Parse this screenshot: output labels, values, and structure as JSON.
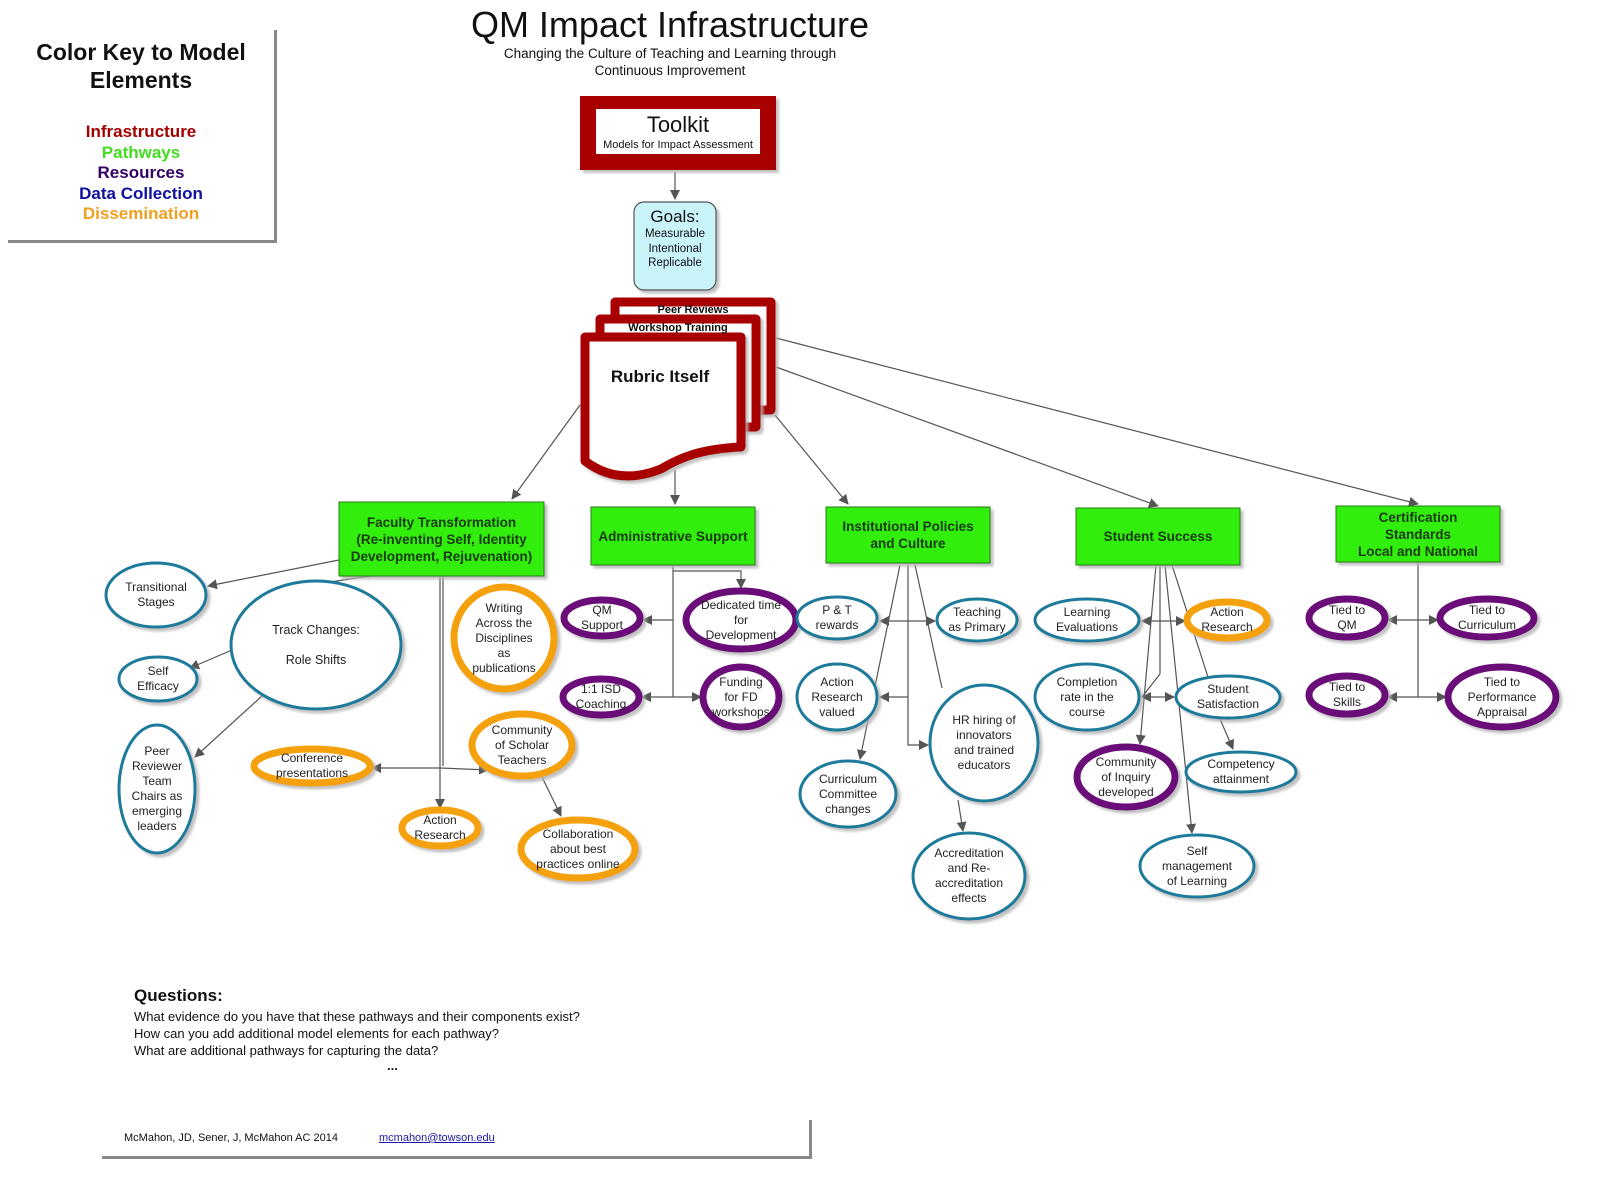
{
  "header": {
    "title": "QM Impact Infrastructure",
    "subtitle": "Changing the Culture of Teaching and Learning through\nContinuous Improvement"
  },
  "color_key": {
    "title": "Color Key to Model\nElements",
    "items": [
      {
        "label": "Infrastructure",
        "color": "#a00000"
      },
      {
        "label": "Pathways",
        "color": "#44dd22"
      },
      {
        "label": "Resources",
        "color": "#330066"
      },
      {
        "label": "Data Collection",
        "color": "#1010a0"
      },
      {
        "label": "Dissemination",
        "color": "#f0a020"
      }
    ]
  },
  "colors": {
    "infrastructure": "#a80000",
    "pathway_fill": "#33ee11",
    "resource": "#6a0a78",
    "data_collection": "#1f7a9a",
    "dissemination": "#f5a010",
    "goals_fill": "#c9f4fa",
    "arrow": "#555555"
  },
  "toolkit": {
    "title": "Toolkit",
    "subtitle": "Models for Impact Assessment"
  },
  "goals": {
    "title": "Goals:",
    "items": "Measurable\nIntentional\nReplicable"
  },
  "documents": [
    {
      "label": "Peer Reviews"
    },
    {
      "label": "Workshop Training"
    },
    {
      "label": "Rubric Itself"
    }
  ],
  "pathways": [
    {
      "id": "faculty",
      "label": "Faculty Transformation\n(Re-inventing Self, Identity\nDevelopment, Rejuvenation)"
    },
    {
      "id": "admin",
      "label": "Administrative Support"
    },
    {
      "id": "policies",
      "label": "Institutional Policies\nand Culture"
    },
    {
      "id": "student",
      "label": "Student Success"
    },
    {
      "id": "cert",
      "label": "Certification\nStandards\nLocal and National"
    }
  ],
  "elements": [
    {
      "id": "transitional",
      "label": "Transitional\nStages",
      "type": "data_collection"
    },
    {
      "id": "track",
      "label": "Track Changes:\n\nRole Shifts",
      "type": "data_collection"
    },
    {
      "id": "self_eff",
      "label": "Self\nEfficacy",
      "type": "data_collection"
    },
    {
      "id": "peer_chairs",
      "label": "Peer\nReviewer\nTeam\nChairs as\nemerging\nleaders",
      "type": "data_collection"
    },
    {
      "id": "writing",
      "label": "Writing\nAcross the\nDisciplines\nas\npublications",
      "type": "dissemination"
    },
    {
      "id": "conference",
      "label": "Conference\npresentations",
      "type": "dissemination"
    },
    {
      "id": "community_scholar",
      "label": "Community\nof Scholar\nTeachers",
      "type": "dissemination"
    },
    {
      "id": "action_fac",
      "label": "Action\nResearch",
      "type": "dissemination"
    },
    {
      "id": "collab",
      "label": "Collaboration\nabout best\npractices online",
      "type": "dissemination"
    },
    {
      "id": "qm_support",
      "label": "QM\nSupport",
      "type": "resource"
    },
    {
      "id": "dedicated",
      "label": "Dedicated time\nfor\nDevelopment",
      "type": "resource"
    },
    {
      "id": "isd",
      "label": "1:1 ISD\nCoaching",
      "type": "resource"
    },
    {
      "id": "funding",
      "label": "Funding\nfor FD\nworkshops",
      "type": "resource"
    },
    {
      "id": "pt",
      "label": "P & T\nrewards",
      "type": "data_collection"
    },
    {
      "id": "teaching",
      "label": "Teaching\nas Primary",
      "type": "data_collection"
    },
    {
      "id": "ar_valued",
      "label": "Action\nResearch\nvalued",
      "type": "data_collection"
    },
    {
      "id": "hr",
      "label": "HR hiring of\ninnovators\nand trained\neducators",
      "type": "data_collection"
    },
    {
      "id": "curriculum",
      "label": "Curriculum\nCommittee\nchanges",
      "type": "data_collection"
    },
    {
      "id": "accred",
      "label": "Accreditation\nand Re-\naccreditation\neffects",
      "type": "data_collection"
    },
    {
      "id": "learning_eval",
      "label": "Learning\nEvaluations",
      "type": "data_collection"
    },
    {
      "id": "action_stu",
      "label": "Action\nResearch",
      "type": "dissemination"
    },
    {
      "id": "completion",
      "label": "Completion\nrate in the\ncourse",
      "type": "data_collection"
    },
    {
      "id": "satisfaction",
      "label": "Student\nSatisfaction",
      "type": "data_collection"
    },
    {
      "id": "coi",
      "label": "Community\nof Inquiry\ndeveloped",
      "type": "resource"
    },
    {
      "id": "competency",
      "label": "Competency\nattainment",
      "type": "data_collection"
    },
    {
      "id": "self_mgmt",
      "label": "Self\nmanagement\nof Learning",
      "type": "data_collection"
    },
    {
      "id": "tied_qm",
      "label": "Tied to\nQM",
      "type": "resource"
    },
    {
      "id": "tied_curr",
      "label": "Tied to\nCurriculum",
      "type": "resource"
    },
    {
      "id": "tied_skills",
      "label": "Tied to\nSkills",
      "type": "resource"
    },
    {
      "id": "tied_perf",
      "label": "Tied to\nPerformance\nAppraisal",
      "type": "resource"
    }
  ],
  "questions": {
    "title": "Questions:",
    "lines": [
      "What evidence do you have that these pathways and their components exist?",
      "How can you add additional model elements for each pathway?",
      "What are additional pathways for capturing the data?"
    ],
    "ellipsis": "..."
  },
  "footer": {
    "citation": "McMahon, JD,  Sener, J,  McMahon AC  2014",
    "email": "mcmahon@towson.edu"
  }
}
